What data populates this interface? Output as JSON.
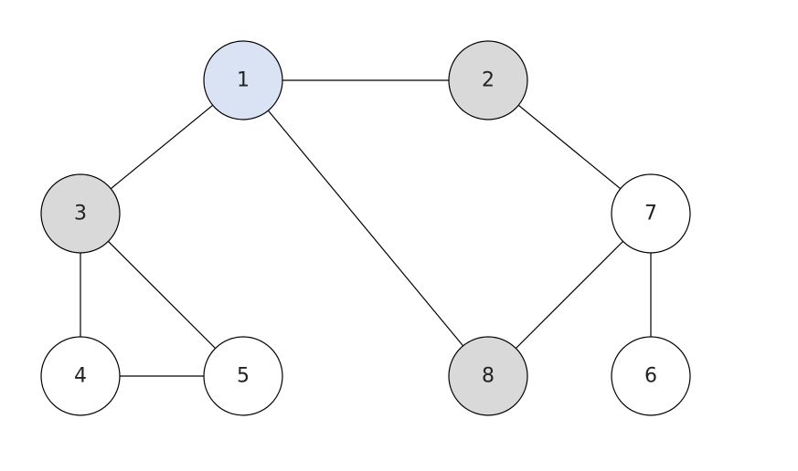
{
  "graph": {
    "colors": {
      "highlight": "#dae3f3",
      "visited": "#d9d9d9",
      "default": "#ffffff"
    },
    "nodes": [
      {
        "id": "1",
        "label": "1",
        "state": "highlight"
      },
      {
        "id": "2",
        "label": "2",
        "state": "visited"
      },
      {
        "id": "3",
        "label": "3",
        "state": "visited"
      },
      {
        "id": "4",
        "label": "4",
        "state": "default"
      },
      {
        "id": "5",
        "label": "5",
        "state": "default"
      },
      {
        "id": "6",
        "label": "6",
        "state": "default"
      },
      {
        "id": "7",
        "label": "7",
        "state": "default"
      },
      {
        "id": "8",
        "label": "8",
        "state": "visited"
      }
    ],
    "edges": [
      [
        "1",
        "2"
      ],
      [
        "1",
        "3"
      ],
      [
        "1",
        "8"
      ],
      [
        "2",
        "7"
      ],
      [
        "3",
        "4"
      ],
      [
        "3",
        "5"
      ],
      [
        "4",
        "5"
      ],
      [
        "7",
        "8"
      ],
      [
        "7",
        "6"
      ]
    ]
  }
}
